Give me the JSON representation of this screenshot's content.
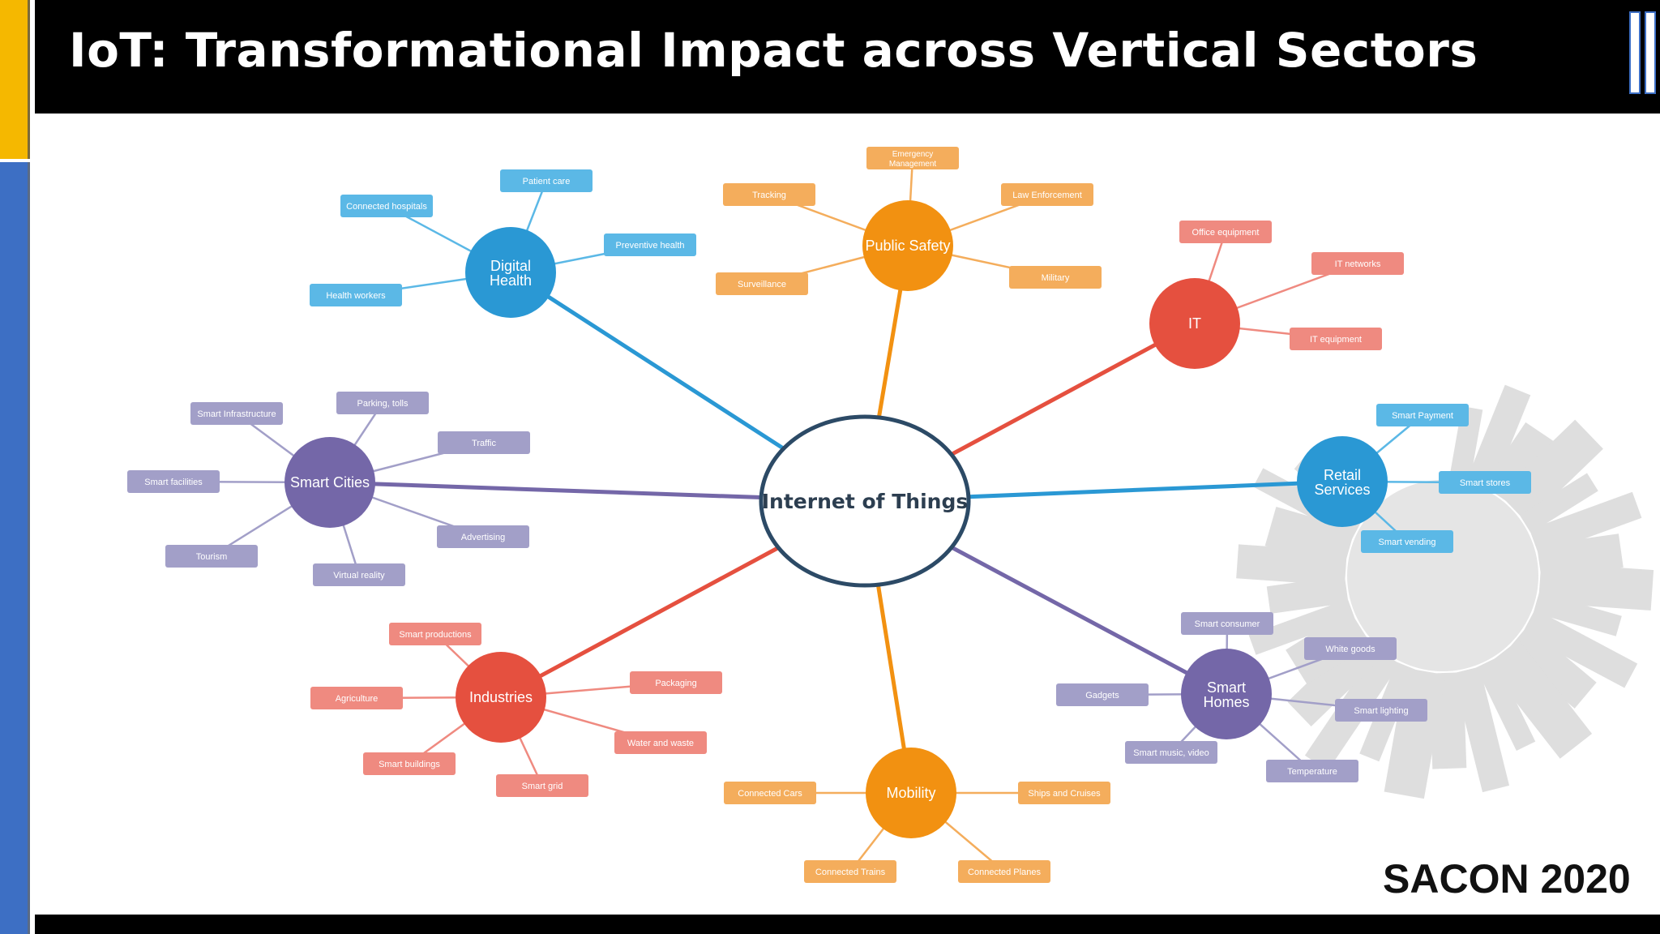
{
  "title": "IoT: Transformational Impact across Vertical Sectors",
  "footer_brand": "SACON 2020",
  "colors": {
    "blue": "#2a98d4",
    "blue_light": "#5bb8e6",
    "orange": "#f29111",
    "orange_light": "#f4ad5c",
    "red": "#e5503f",
    "red_light": "#ef8a80",
    "purple": "#7467a8",
    "purple_light": "#a29fc8",
    "hub_border": "#2c4a66",
    "hub_text": "#2c3e50"
  },
  "hub": {
    "label": "Internet of Things"
  },
  "sectors": [
    {
      "id": "digital-health",
      "label": [
        "Digital",
        "Health"
      ],
      "color": "blue",
      "leaves": [
        "Patient care",
        "Connected hospitals",
        "Preventive health",
        "Health workers"
      ]
    },
    {
      "id": "public-safety",
      "label": [
        "Public Safety"
      ],
      "color": "orange",
      "leaves": [
        "Emergency Management",
        "Tracking",
        "Law Enforcement",
        "Surveillance",
        "Military"
      ]
    },
    {
      "id": "it",
      "label": [
        "IT"
      ],
      "color": "red",
      "leaves": [
        "Office equipment",
        "IT networks",
        "IT equipment"
      ]
    },
    {
      "id": "retail-services",
      "label": [
        "Retail",
        "Services"
      ],
      "color": "blue",
      "leaves": [
        "Smart Payment",
        "Smart stores",
        "Smart vending"
      ]
    },
    {
      "id": "smart-homes",
      "label": [
        "Smart",
        "Homes"
      ],
      "color": "purple",
      "leaves": [
        "Smart consumer",
        "White goods",
        "Gadgets",
        "Smart lighting",
        "Smart music, video",
        "Temperature"
      ]
    },
    {
      "id": "mobility",
      "label": [
        "Mobility"
      ],
      "color": "orange",
      "leaves": [
        "Connected Cars",
        "Ships and Cruises",
        "Connected Trains",
        "Connected Planes"
      ]
    },
    {
      "id": "industries",
      "label": [
        "Industries"
      ],
      "color": "red",
      "leaves": [
        "Smart productions",
        "Packaging",
        "Agriculture",
        "Water and waste",
        "Smart buildings",
        "Smart grid"
      ]
    },
    {
      "id": "smart-cities",
      "label": [
        "Smart Cities"
      ],
      "color": "purple",
      "leaves": [
        "Parking, tolls",
        "Smart Infrastructure",
        "Traffic",
        "Smart facilities",
        "Advertising",
        "Tourism",
        "Virtual reality"
      ]
    }
  ]
}
